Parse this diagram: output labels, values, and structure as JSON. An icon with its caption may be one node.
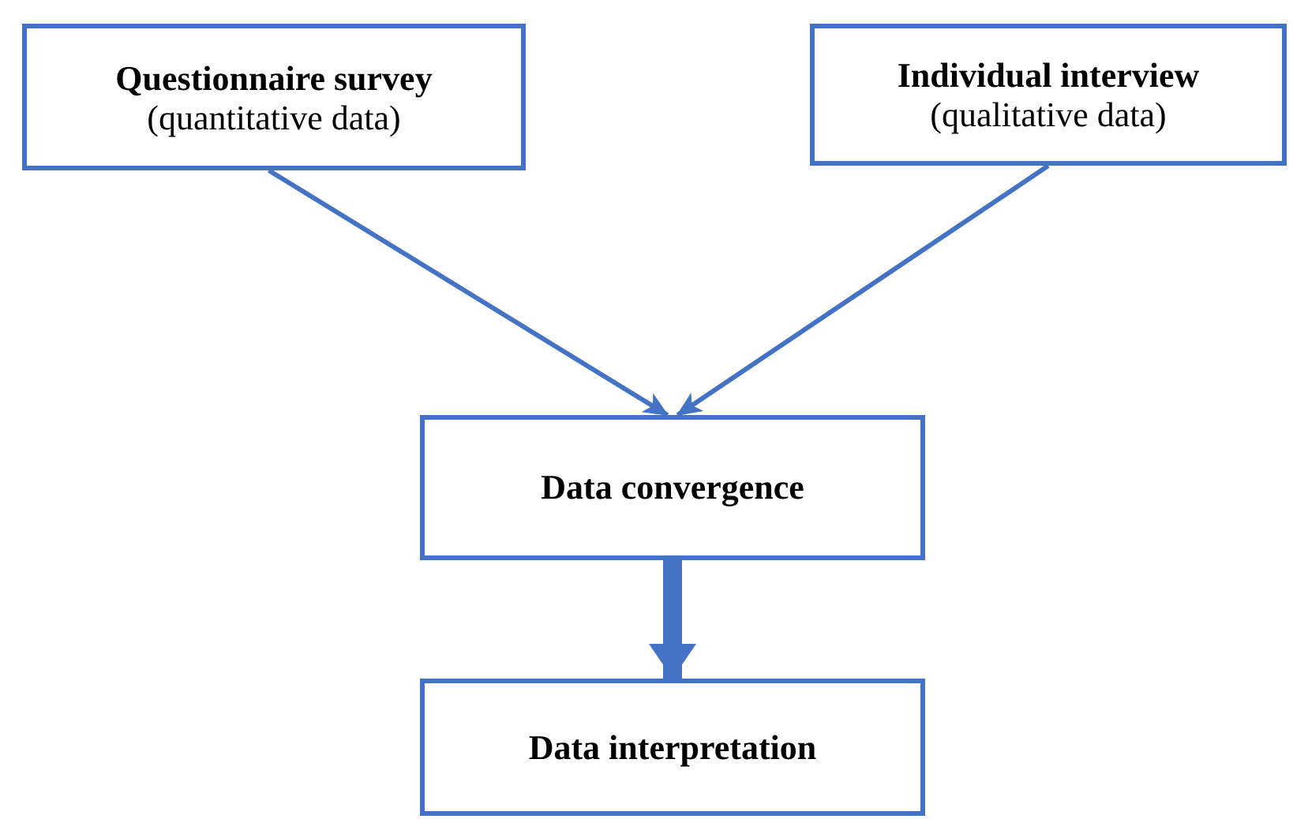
{
  "diagram": {
    "nodes": [
      {
        "text": [
          "Questionnaire survey",
          "(quantitative data)"
        ]
      },
      {
        "text": [
          "Individual interview",
          "(qualitative data)"
        ]
      },
      {
        "text": [
          "Data convergence"
        ]
      },
      {
        "text": [
          "Data interpretation"
        ]
      }
    ],
    "edges": [
      {
        "from": 0,
        "to": 2,
        "arrow": "to"
      },
      {
        "from": 1,
        "to": 2,
        "arrow": "to"
      },
      {
        "from": 2,
        "to": 3,
        "arrow": "to",
        "style": "thick"
      }
    ]
  }
}
